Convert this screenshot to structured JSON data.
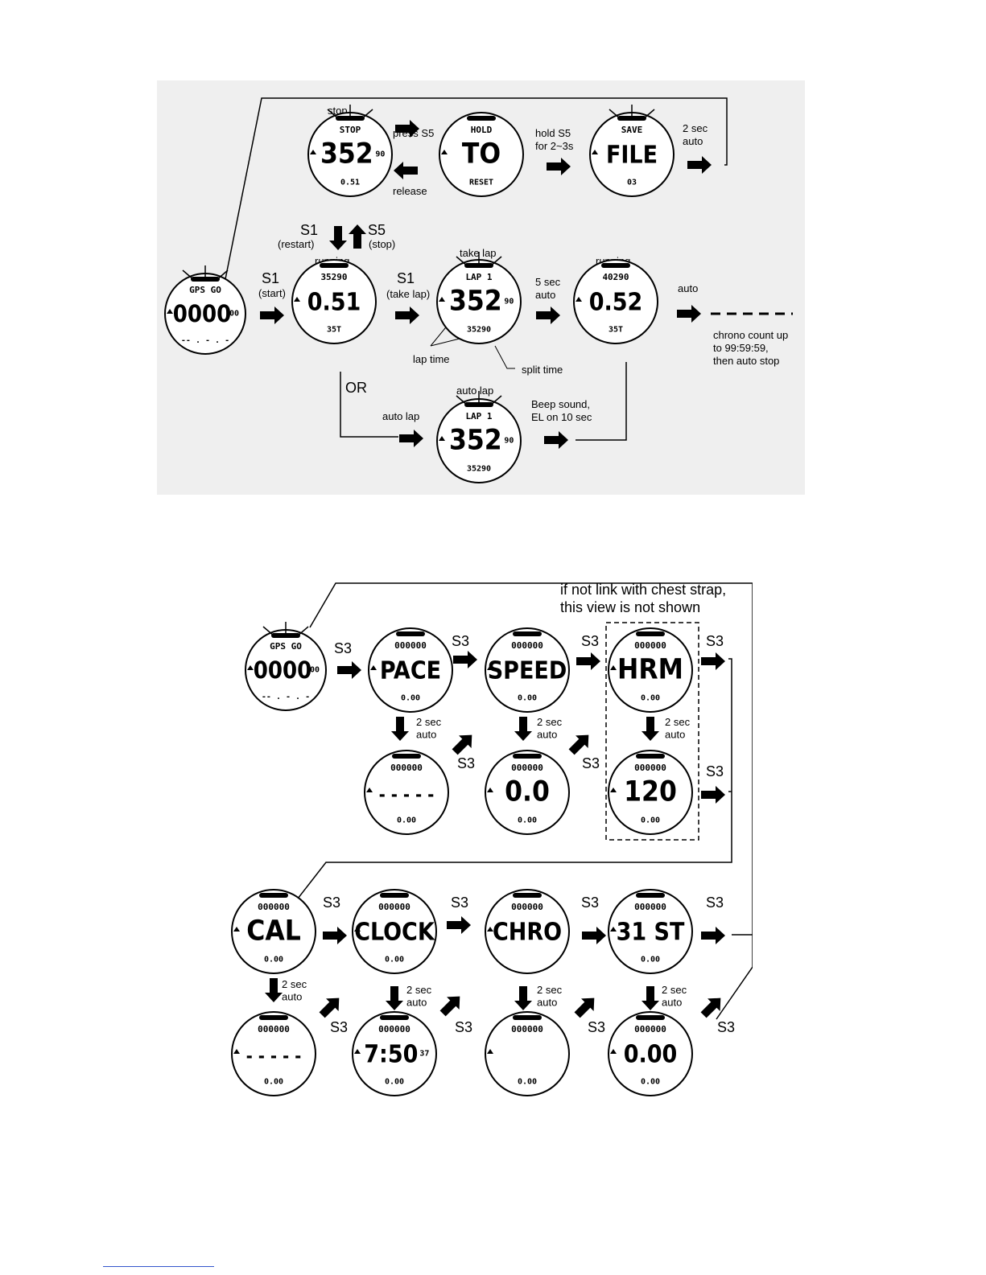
{
  "panel1": {
    "labels": {
      "stop": "stop",
      "press_s5": "press S5",
      "release": "release",
      "hold_s5": "hold S5\nfor 2~3s",
      "two_sec_auto": "2 sec\nauto",
      "s1": "S1",
      "restart": "(restart)",
      "s5": "S5",
      "stop_paren": "(stop)",
      "running_1": "running",
      "s1_start": "S1",
      "start": "(start)",
      "s1_take": "S1",
      "take_lap_paren": "(take lap)",
      "take_lap": "take lap",
      "five_sec_auto": "5 sec\nauto",
      "running_2": "running",
      "auto": "auto",
      "chrono_note": "chrono count up\nto 99:59:59,\nthen auto stop",
      "lap_time": "lap time",
      "split_time": "split time",
      "or": "OR",
      "auto_lap_1": "auto lap",
      "auto_lap_2": "auto lap",
      "beep": "Beep sound,\nEL on 10 sec"
    },
    "watches": {
      "w1": {
        "top": "GPS  GO",
        "main": "0000",
        "small": "00",
        "bottom": "-- . - . -"
      },
      "w2": {
        "top": "35290",
        "main": "0.51",
        "small": "",
        "bottom": "35T"
      },
      "w3": {
        "top": "STOP",
        "main": "352",
        "small": "90",
        "bottom": "0.51"
      },
      "w4": {
        "top": "HOLD",
        "main": "TO",
        "small": "",
        "bottom": "RESET"
      },
      "w5": {
        "top": "SAVE",
        "main": "FILE",
        "small": "",
        "bottom": "03"
      },
      "w6": {
        "top": "LAP 1",
        "main": "352",
        "small": "90",
        "bottom": "35290"
      },
      "w7": {
        "top": "40290",
        "main": "0.52",
        "small": "",
        "bottom": "35T"
      },
      "w8": {
        "top": "LAP 1",
        "main": "352",
        "small": "90",
        "bottom": "35290"
      }
    }
  },
  "panel2": {
    "note": "if not link with chest strap,\nthis view is not shown",
    "s3": "S3",
    "two_sec_auto": "2 sec\nauto",
    "watches": {
      "a1": {
        "top": "GPS  GO",
        "main": "0000",
        "small": "00",
        "bottom": "-- . - . -"
      },
      "a2": {
        "top": "000000",
        "main": "PACE",
        "small": "",
        "bottom": "0.00"
      },
      "a3": {
        "top": "000000",
        "main": "SPEED",
        "small": "",
        "bottom": "0.00"
      },
      "a4": {
        "top": "000000",
        "main": "HRM",
        "small": "",
        "bottom": "0.00"
      },
      "b2": {
        "top": "000000",
        "main": "- - - - -",
        "small": "",
        "bottom": "0.00"
      },
      "b3": {
        "top": "000000",
        "main": "0.0",
        "small": "",
        "bottom": "0.00"
      },
      "b4": {
        "top": "000000",
        "main": "120",
        "small": "",
        "bottom": "0.00"
      },
      "c1": {
        "top": "000000",
        "main": "CAL",
        "small": "",
        "bottom": "0.00"
      },
      "c2": {
        "top": "000000",
        "main": "CLOCK",
        "small": "",
        "bottom": "0.00"
      },
      "c3": {
        "top": "000000",
        "main": "CHRO",
        "small": "",
        "bottom": ""
      },
      "c4": {
        "top": "000000",
        "main": "31 ST",
        "small": "",
        "bottom": "0.00"
      },
      "d1": {
        "top": "000000",
        "main": "- - - - -",
        "small": "",
        "bottom": "0.00"
      },
      "d2": {
        "top": "000000",
        "main": "7:50",
        "small": "37",
        "bottom": "0.00"
      },
      "d3": {
        "top": "000000",
        "main": "",
        "small": "",
        "bottom": "0.00"
      },
      "d4": {
        "top": "000000",
        "main": "0.00",
        "small": "",
        "bottom": "0.00"
      }
    }
  }
}
